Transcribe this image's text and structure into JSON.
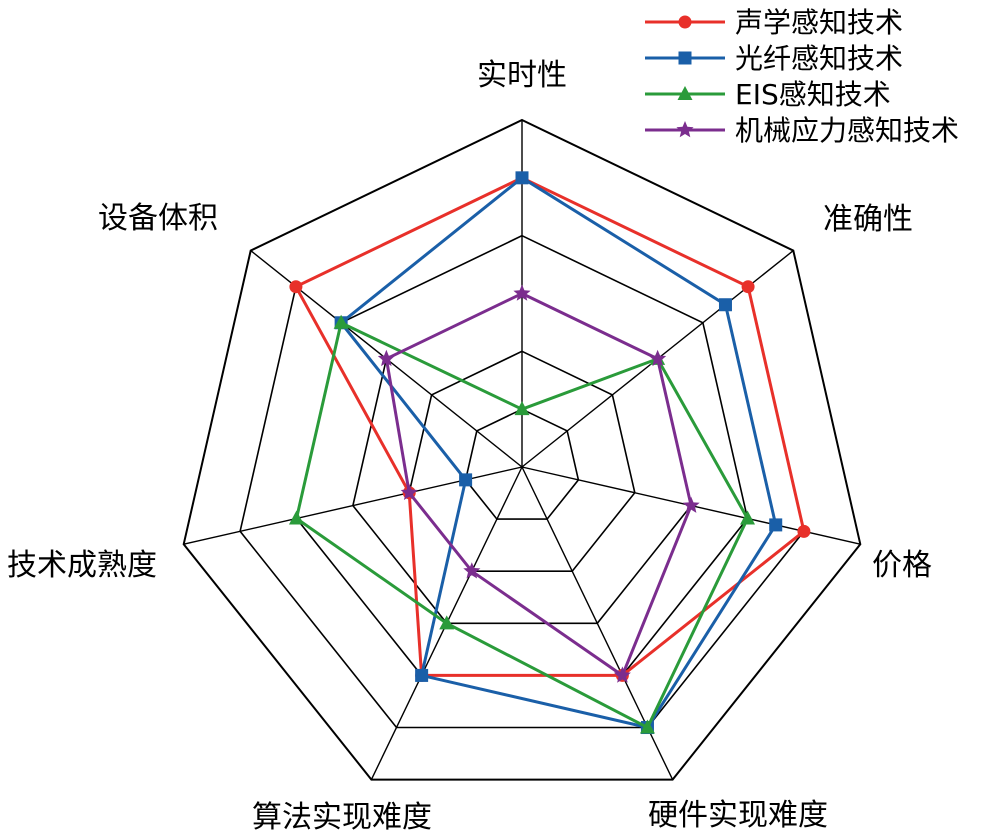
{
  "chart_data": {
    "type": "radar",
    "title": "",
    "axes": [
      "实时性",
      "准确性",
      "价格",
      "硬件实现难度",
      "算法实现难度",
      "技术成熟度",
      "设备体积"
    ],
    "rmax": 6,
    "rings": 6,
    "grid": true,
    "legend_position": "top-right",
    "series": [
      {
        "name": "声学感知技术",
        "marker": "circle",
        "color": "#e8302a",
        "values": [
          5.0,
          5.0,
          5.0,
          4.0,
          4.0,
          2.0,
          5.0
        ]
      },
      {
        "name": "光纤感知技术",
        "marker": "square",
        "color": "#1a5fa8",
        "values": [
          5.0,
          4.5,
          4.5,
          5.0,
          4.0,
          1.0,
          4.0
        ]
      },
      {
        "name": "EIS感知技术",
        "marker": "triangle",
        "color": "#2a9b3a",
        "values": [
          1.0,
          3.0,
          4.0,
          5.0,
          3.0,
          4.0,
          4.0
        ]
      },
      {
        "name": "机械应力感知技术",
        "marker": "star",
        "color": "#7b2d8e",
        "values": [
          3.0,
          3.0,
          3.0,
          4.0,
          2.0,
          2.0,
          3.0
        ]
      }
    ]
  }
}
